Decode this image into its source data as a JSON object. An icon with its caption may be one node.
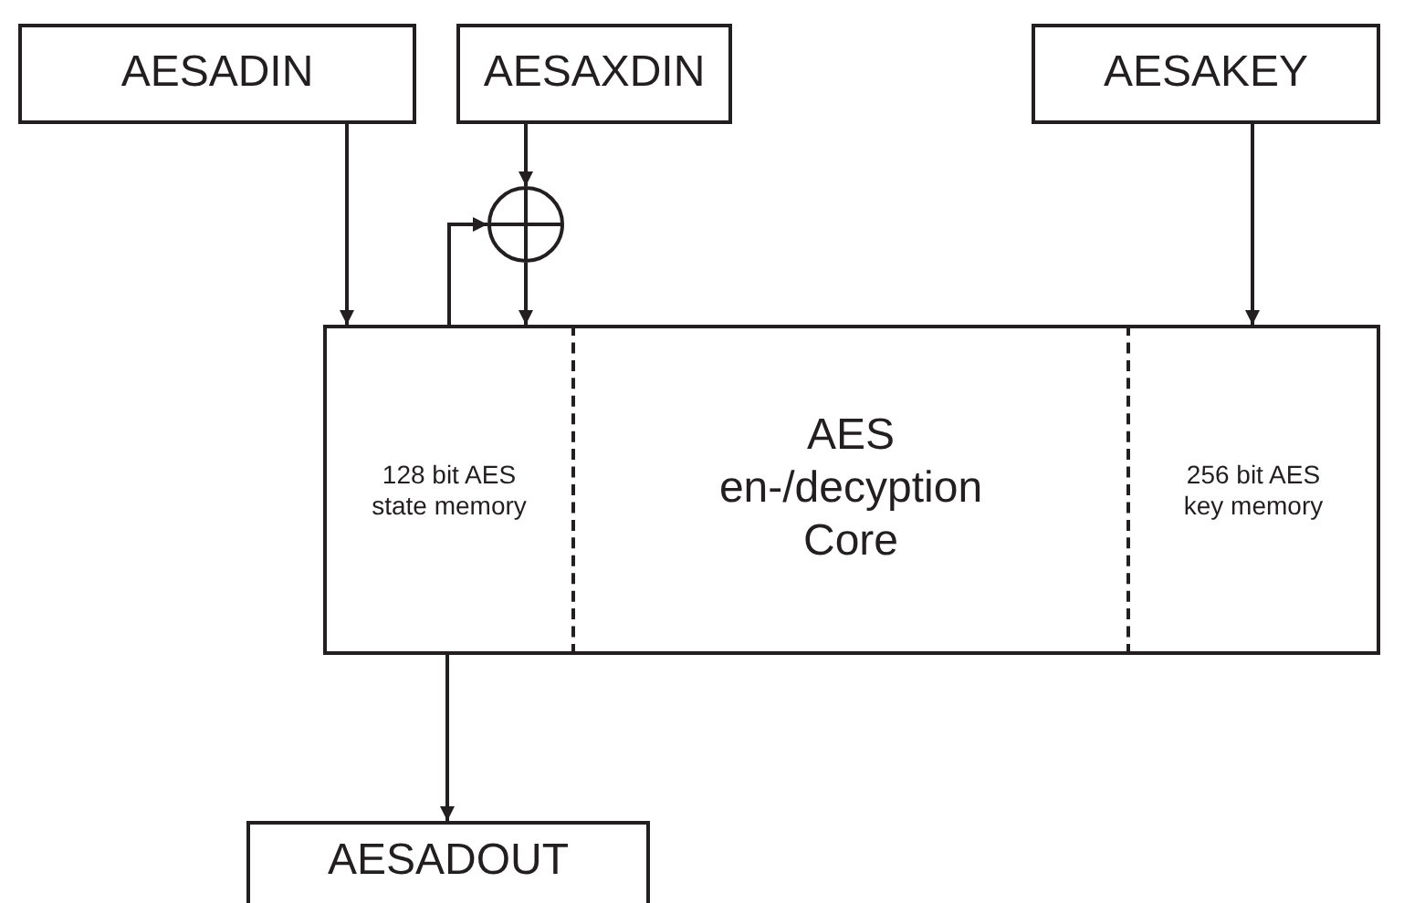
{
  "diagram": {
    "nodes": [
      {
        "text": [
          "AESADIN"
        ]
      },
      {
        "text": [
          "AESAXDIN"
        ]
      },
      {
        "text": [
          "AESAKEY"
        ]
      },
      {
        "text": [
          "128 bit AES state memory"
        ]
      },
      {
        "text": [
          "AES en-/decyption Core"
        ]
      },
      {
        "text": [
          "256 bit AES key memory"
        ]
      },
      {
        "text": [],
        "shape": "circle"
      },
      {
        "text": [
          "AESADOUT"
        ]
      }
    ],
    "edges": [
      {
        "from": 0,
        "to": 3,
        "arrow": "to"
      },
      {
        "from": 1,
        "to": 6,
        "arrow": "to"
      },
      {
        "from": 6,
        "to": 3,
        "arrow": "to"
      },
      {
        "from": 3,
        "to": 6,
        "arrow": "to"
      },
      {
        "from": 2,
        "to": 5,
        "arrow": "to"
      },
      {
        "from": 3,
        "to": 7,
        "arrow": "to"
      }
    ]
  }
}
